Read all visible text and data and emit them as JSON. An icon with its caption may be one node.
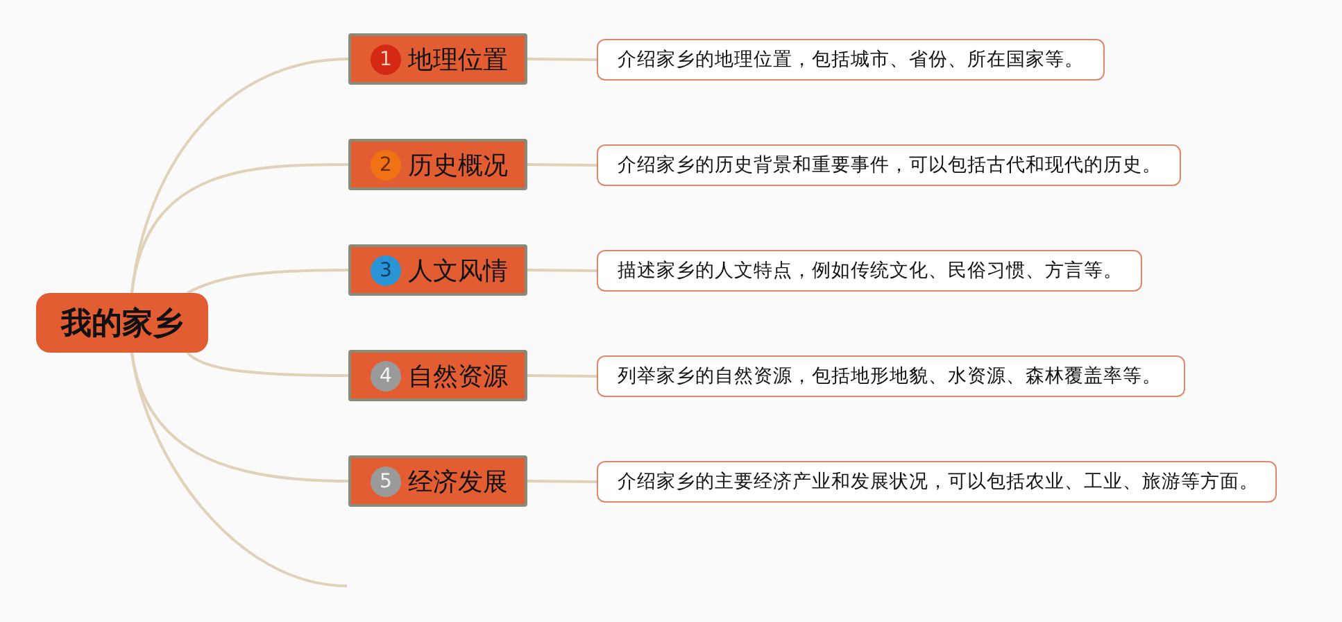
{
  "diagram": {
    "nodes": [
      {
        "text": [
          "我的家乡"
        ]
      },
      {
        "text": [
          "1",
          "地理位置"
        ]
      },
      {
        "text": [
          "2",
          "历史概况"
        ]
      },
      {
        "text": [
          "3",
          "人文风情"
        ]
      },
      {
        "text": [
          "4",
          "自然资源"
        ]
      },
      {
        "text": [
          "5",
          "经济发展"
        ]
      },
      {
        "text": [
          "介绍家乡的地理位置，包括城市、省份、所在国家等。"
        ]
      },
      {
        "text": [
          "介绍家乡的历史背景和重要事件，可以包括古代和现代的历史。"
        ]
      },
      {
        "text": [
          "描述家乡的人文特点，例如传统文化、民俗习惯、方言等。"
        ]
      },
      {
        "text": [
          "列举家乡的自然资源，包括地形地貌、水资源、森林覆盖率等。"
        ]
      },
      {
        "text": [
          "介绍家乡的主要经济产业和发展状况，可以包括农业、工业、旅游等方面。"
        ]
      }
    ],
    "edges": [
      {
        "from": 0,
        "to": 1,
        "arrow": "none"
      },
      {
        "from": 0,
        "to": 2,
        "arrow": "none"
      },
      {
        "from": 0,
        "to": 3,
        "arrow": "none"
      },
      {
        "from": 0,
        "to": 4,
        "arrow": "none"
      },
      {
        "from": 0,
        "to": 5,
        "arrow": "none"
      },
      {
        "from": 0,
        "to": null,
        "arrow": "none"
      },
      {
        "from": 1,
        "to": 6,
        "arrow": "none"
      },
      {
        "from": 2,
        "to": 7,
        "arrow": "none"
      },
      {
        "from": 3,
        "to": 8,
        "arrow": "none"
      },
      {
        "from": 4,
        "to": 9,
        "arrow": "none"
      },
      {
        "from": 5,
        "to": 10,
        "arrow": "none"
      }
    ]
  }
}
